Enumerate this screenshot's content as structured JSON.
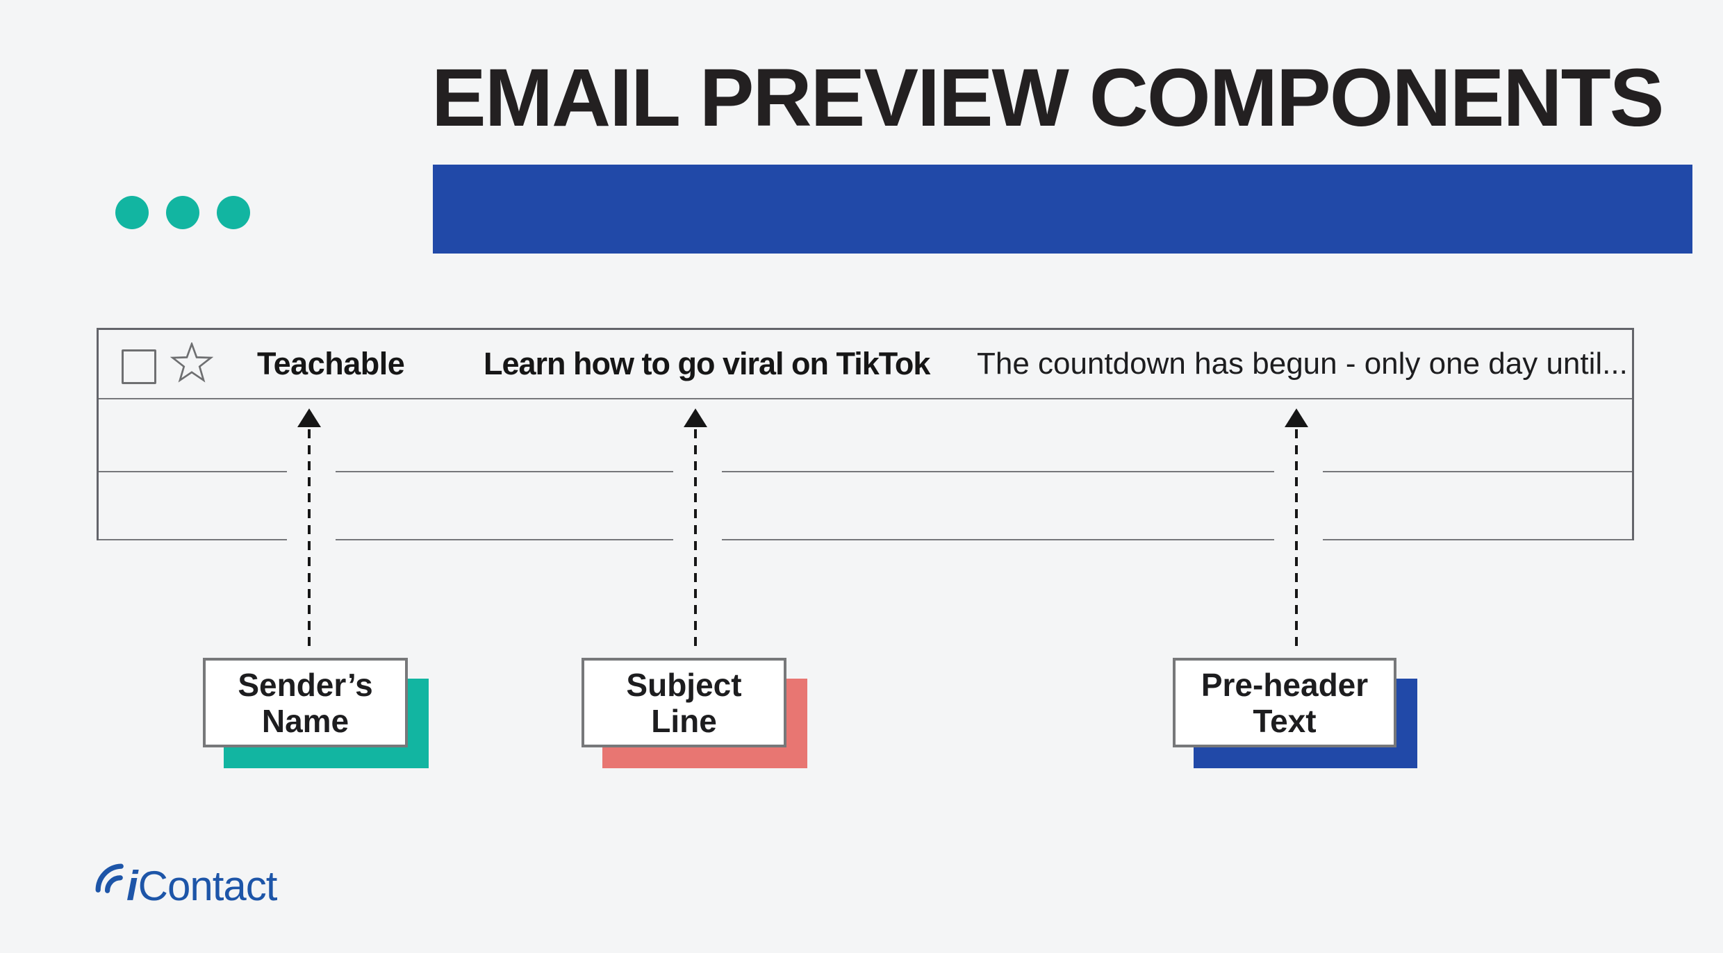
{
  "page": {
    "background": "#f4f5f6"
  },
  "header": {
    "title": "EMAIL PREVIEW COMPONENTS",
    "accent_bar_color": "#2149a8",
    "dots_color": "#12b5a1",
    "dots_count": 3
  },
  "email_preview": {
    "sender": "Teachable",
    "subject": "Learn how to go viral on TikTok",
    "preheader": "The countdown has begun - only one day until...",
    "icons": {
      "checkbox": "empty-checkbox",
      "star": "star-outline",
      "arrow": "dashed-up-arrow"
    }
  },
  "callouts": [
    {
      "label": "Sender’s Name",
      "line1": "Sender’s",
      "line2": "Name",
      "shadow_color": "#12b5a1"
    },
    {
      "label": "Subject Line",
      "line1": "Subject",
      "line2": "Line",
      "shadow_color": "#e87672"
    },
    {
      "label": "Pre-header Text",
      "line1": "Pre-header",
      "line2": "Text",
      "shadow_color": "#2149a8"
    }
  ],
  "footer": {
    "logo_i": "i",
    "logo_rest": "Contact",
    "logo_color": "#1d55a8"
  }
}
